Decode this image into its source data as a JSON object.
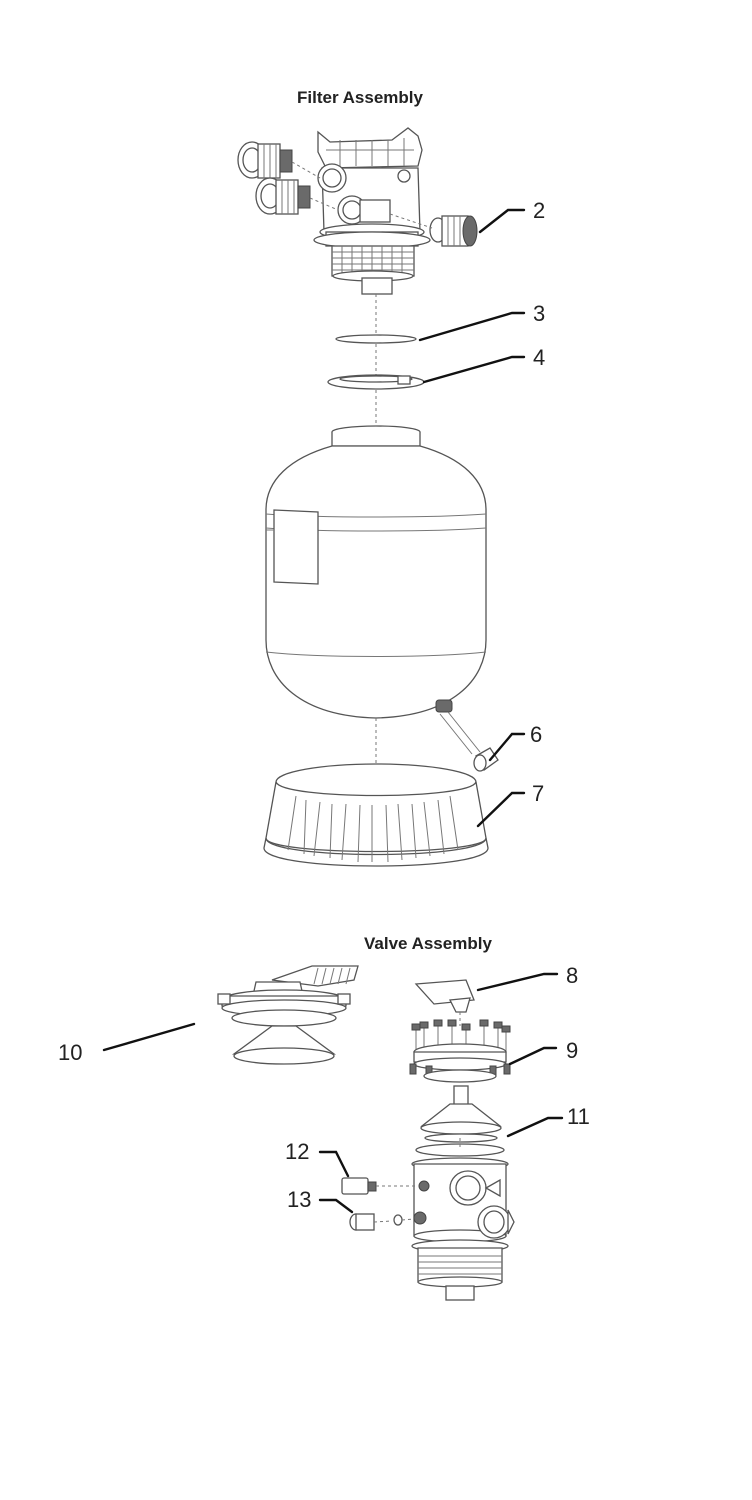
{
  "titles": {
    "filter": "Filter Assembly",
    "valve": "Valve Assembly"
  },
  "callouts": {
    "c2": "2",
    "c3": "3",
    "c4": "4",
    "c6": "6",
    "c7": "7",
    "c8": "8",
    "c9": "9",
    "c10": "10",
    "c11": "11",
    "c12": "12",
    "c13": "13"
  }
}
